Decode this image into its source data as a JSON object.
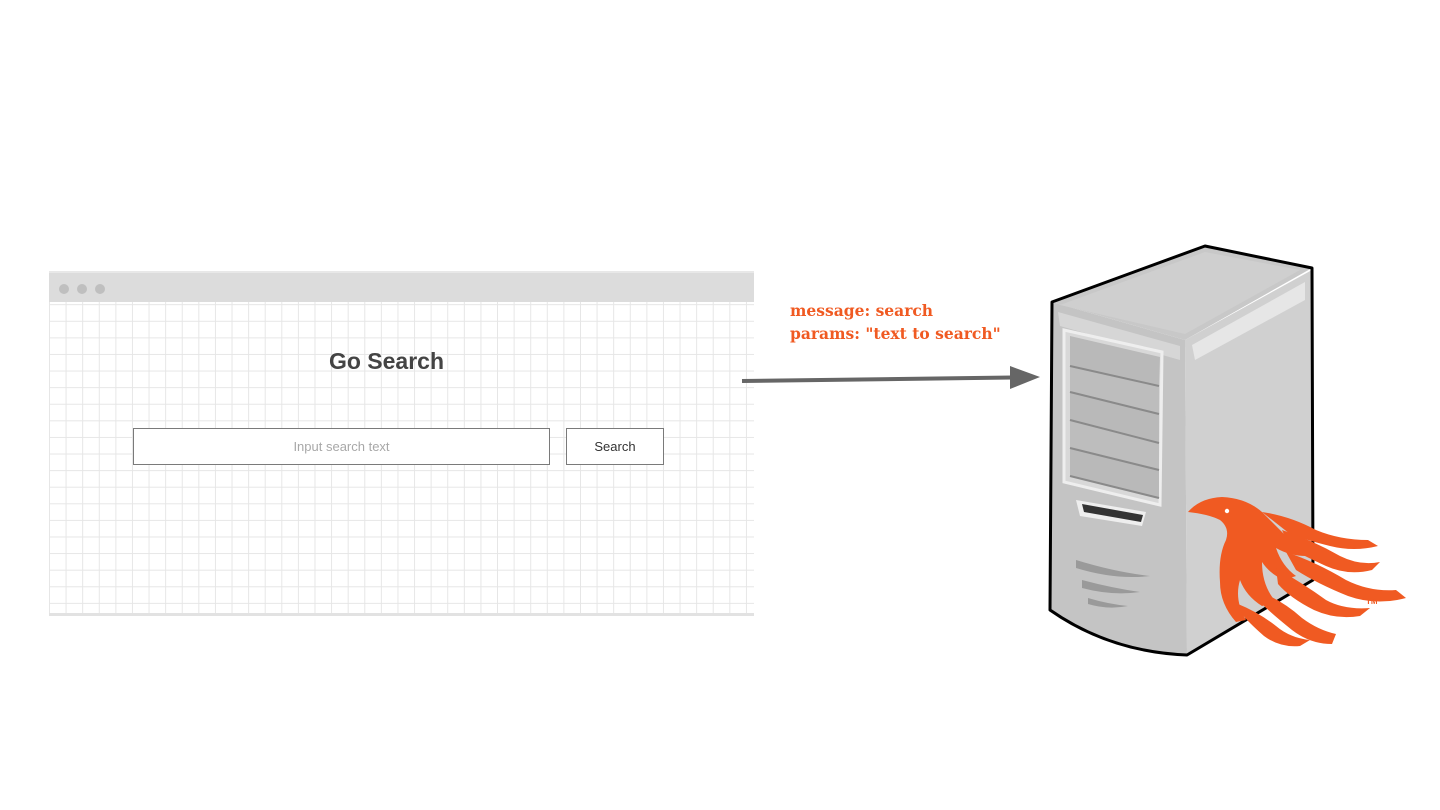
{
  "browser": {
    "title": "Go Search",
    "search_placeholder": "Input search text",
    "search_button_label": "Search"
  },
  "message": {
    "line1": "message: search",
    "line2": "params: \"text to search\""
  },
  "server": {
    "logo_trademark": "TM"
  },
  "colors": {
    "accent": "#f05a22",
    "arrow": "#666666",
    "text": "#444444"
  }
}
